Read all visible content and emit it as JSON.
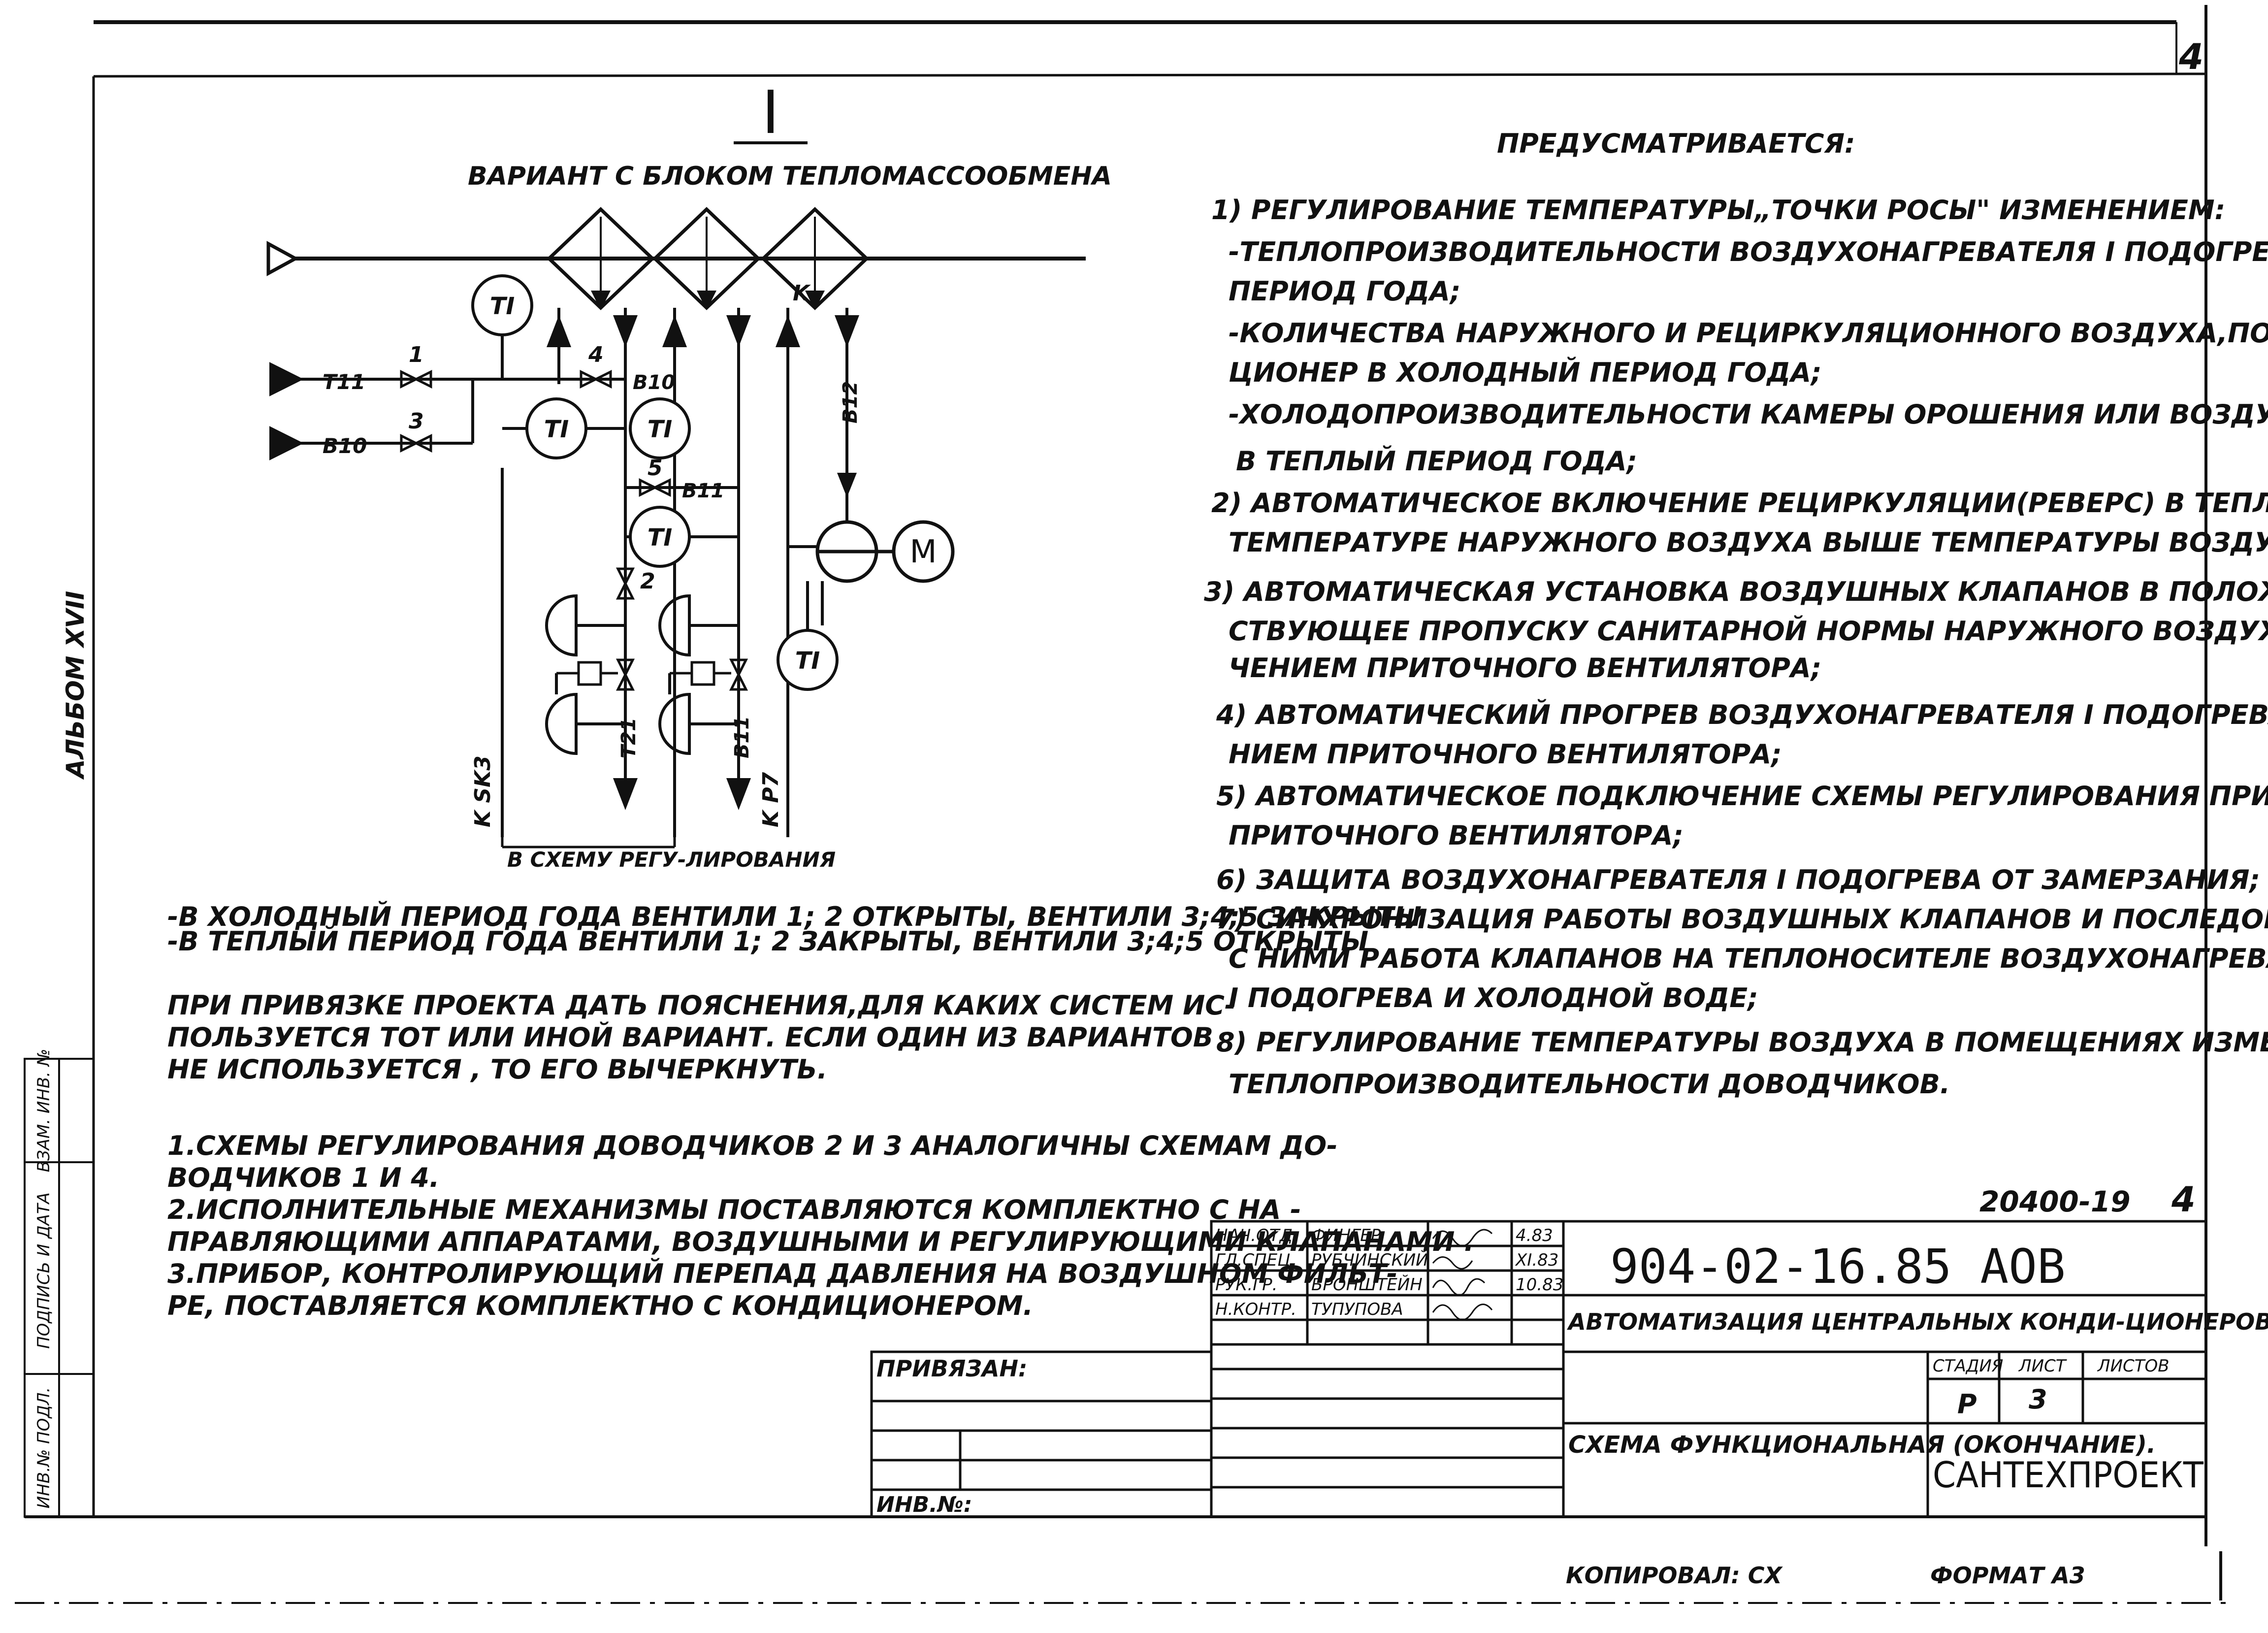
{
  "sheet_corner_number": "4",
  "side_album_label": "АЛЬБОМ XVII",
  "side_stamp": [
    "ИНВ.№ ПОДЛ.",
    "ПОДПИСЬ И ДАТА",
    "ВЗАМ. ИНВ. №"
  ],
  "diagram": {
    "roman_numeral": "I",
    "variant_title": "ВАРИАНТ С БЛОКОМ ТЕПЛОМАССООБМЕНА",
    "sensor_label": "TI",
    "motor_label": "M",
    "pipes": {
      "t11": "T11",
      "b10_a": "B10",
      "b10_b": "B10",
      "b11": "B11",
      "t21": "T21",
      "b11b": "B11",
      "b12": "B12"
    },
    "valve_numbers": {
      "v1": "1",
      "v2": "2",
      "v3": "3",
      "v4": "4",
      "v5": "5"
    },
    "k_markers": {
      "ksk3": "K SK3",
      "kp7": "K P7",
      "k": "K"
    },
    "to_scheme_label": "В СХЕМУ РЕГУ-ЛИРОВАНИЯ"
  },
  "modes": [
    "-В ХОЛОДНЫЙ ПЕРИОД ГОДА ВЕНТИЛИ 1; 2 ОТКРЫТЫ, ВЕНТИЛИ 3;4;5 ЗАКРЫТЫ",
    "-В ТЕПЛЫЙ ПЕРИОД ГОДА ВЕНТИЛИ 1; 2 ЗАКРЫТЫ, ВЕНТИЛИ 3;4;5 ОТКРЫТЫ"
  ],
  "binding_note": [
    "ПРИ ПРИВЯЗКЕ ПРОЕКТА ДАТЬ ПОЯСНЕНИЯ,ДЛЯ КАКИХ СИСТЕМ ИС-",
    "ПОЛЬЗУЕТСЯ ТОТ ИЛИ ИНОЙ ВАРИАНТ. ЕСЛИ ОДИН ИЗ ВАРИАНТОВ",
    "НЕ ИСПОЛЬЗУЕТСЯ , ТО ЕГО ВЫЧЕРКНУТЬ."
  ],
  "numbered_notes": [
    "1.СХЕМЫ РЕГУЛИРОВАНИЯ ДОВОДЧИКОВ 2 И 3 АНАЛОГИЧНЫ СХЕМАМ ДО-",
    "ВОДЧИКОВ 1 И 4.",
    "2.ИСПОЛНИТЕЛЬНЫЕ МЕХАНИЗМЫ ПОСТАВЛЯЮТСЯ КОМПЛЕКТНО С НА -",
    "ПРАВЛЯЮЩИМИ АППАРАТАМИ, ВОЗДУШНЫМИ И РЕГУЛИРУЮЩИМИ КЛАПАНАМИ .",
    "3.ПРИБОР, КОНТРОЛИРУЮЩИЙ ПЕРЕПАД ДАВЛЕНИЯ НА ВОЗДУШНОМ ФИЛЬТ-",
    "РЕ, ПОСТАВЛЯЕТСЯ КОМПЛЕКТНО С КОНДИЦИОНЕРОМ."
  ],
  "provisions": {
    "heading": "ПРЕДУСМАТРИВАЕТСЯ:",
    "lines": [
      "1) РЕГУЛИРОВАНИЕ ТЕМПЕРАТУРЫ„ТОЧКИ РОСЫ\" ИЗМЕНЕНИЕМ:",
      "-ТЕПЛОПРОИЗВОДИТЕЛЬНОСТИ ВОЗДУХОНАГРЕВАТЕЛЯ I ПОДОГРЕВА В ХОЛОДНЫЙ",
      "ПЕРИОД ГОДА;",
      "-КОЛИЧЕСТВА НАРУЖНОГО И РЕЦИРКУЛЯЦИОННОГО ВОЗДУХА,ПОСТУПАЮЩЕГО В КОНДИ-",
      "ЦИОНЕР В ХОЛОДНЫЙ ПЕРИОД ГОДА;",
      "-ХОЛОДОПРОИЗВОДИТЕЛЬНОСТИ КАМЕРЫ ОРОШЕНИЯ ИЛИ ВОЗДУХООХЛАДИТЕЛЯ",
      "В ТЕПЛЫЙ ПЕРИОД ГОДА;",
      "2) АВТОМАТИЧЕСКОЕ ВКЛЮЧЕНИЕ РЕЦИРКУЛЯЦИИ(РЕВЕРС) В ТЕПЛЫЙ ПЕРИОД ГОДА ПРИ",
      "ТЕМПЕРАТУРЕ НАРУЖНОГО ВОЗДУХА ВЫШЕ ТЕМПЕРАТУРЫ ВОЗДУХА В ПОМЕЩЕНИИ;",
      "3) АВТОМАТИЧЕСКАЯ УСТАНОВКА ВОЗДУШНЫХ КЛАПАНОВ В ПОЛОЖЕНИЕ СООТВЕТ-",
      "СТВУЮЩЕЕ ПРОПУСКУ САНИТАРНОЙ НОРМЫ НАРУЖНОГО ВОЗДУХА ПЕРЕД ВКЛЮ-",
      "ЧЕНИЕМ ПРИТОЧНОГО ВЕНТИЛЯТОРА;",
      "4) АВТОМАТИЧЕСКИЙ ПРОГРЕВ ВОЗДУХОНАГРЕВАТЕЛЯ I ПОДОГРЕВА ПЕРЕД ВКЛЮЧЕ-",
      "НИЕМ ПРИТОЧНОГО ВЕНТИЛЯТОРА;",
      "5) АВТОМАТИЧЕСКОЕ ПОДКЛЮЧЕНИЕ СХЕМЫ РЕГУЛИРОВАНИЯ ПРИ ВКЛЮЧЕНИИ",
      "ПРИТОЧНОГО ВЕНТИЛЯТОРА;",
      "6) ЗАЩИТА ВОЗДУХОНАГРЕВАТЕЛЯ I ПОДОГРЕВА ОТ ЗАМЕРЗАНИЯ;",
      "7) СИНХРОНИЗАЦИЯ РАБОТЫ ВОЗДУШНЫХ КЛАПАНОВ И ПОСЛЕДОВАТЕЛЬНАЯ",
      "С НИМИ РАБОТА КЛАПАНОВ НА ТЕПЛОНОСИТЕЛЕ ВОЗДУХОНАГРЕВАТЕЛЯ",
      "I ПОДОГРЕВА И ХОЛОДНОЙ ВОДЕ;",
      "8) РЕГУЛИРОВАНИЕ ТЕМПЕРАТУРЫ ВОЗДУХА В ПОМЕЩЕНИЯХ ИЗМЕНЕНИЕМ",
      "ТЕПЛОПРОИЗВОДИТЕЛЬНОСТИ ДОВОДЧИКОВ."
    ]
  },
  "title_block": {
    "ref_number": "20400-19",
    "ref_sheet": "4",
    "signatures": [
      {
        "role": "НАЧ.ОТД.",
        "name": "ФИНГЕР",
        "date": "4.83"
      },
      {
        "role": "ГЛ.СПЕЦ.",
        "name": "РУБЧИНСКИЙ",
        "date": "XI.83"
      },
      {
        "role": "РУК.ГР.",
        "name": "БРОНШТЕЙН",
        "date": "10.83"
      },
      {
        "role": "Н.КОНТР.",
        "name": "ТУПУПОВА",
        "date": ""
      }
    ],
    "doc_code": "904-02-16.85 АОВ",
    "doc_title": "АВТОМАТИЗАЦИЯ ЦЕНТРАЛЬНЫХ КОНДИ-ЦИОНЕРОВ.",
    "sheet_title": "СХЕМА ФУНКЦИОНАЛЬНАЯ (ОКОНЧАНИЕ).",
    "stage_label": "СТАДИЯ",
    "sheet_label": "ЛИСТ",
    "sheets_label": "ЛИСТОВ",
    "stage_value": "Р",
    "sheet_value": "3",
    "organization": "САНТЕХПРОЕКТ",
    "bound_label": "ПРИВЯЗАН:",
    "inv_label": "ИНВ.№:"
  },
  "footer": {
    "copied_by": "КОПИРОВАЛ: СХ",
    "format": "ФОРМАТ А3"
  }
}
